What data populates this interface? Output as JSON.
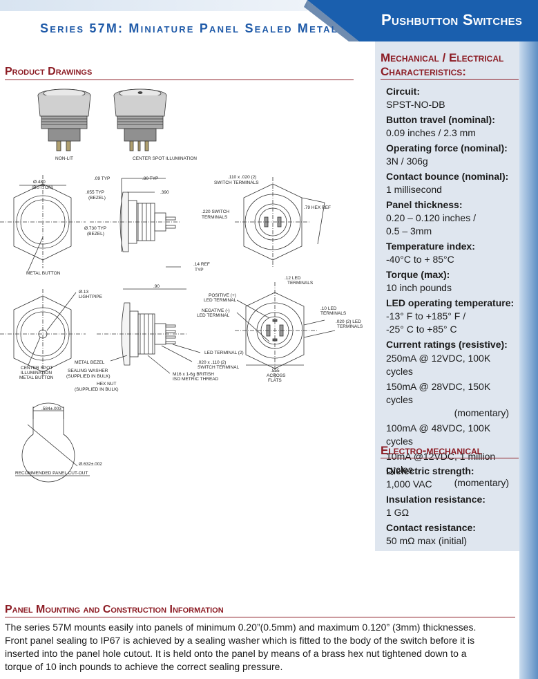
{
  "header": {
    "series_title": "Series 57M: Miniature Panel Sealed Metal",
    "category_title": "Pushbutton Switches"
  },
  "drawings": {
    "heading": "Product Drawings",
    "photo_labels": [
      "NON-LIT",
      "CENTER SPOT ILLUMINATION"
    ],
    "dims": {
      "button_dia": "Ø.480",
      "button_dia_sub": "(BUTTON)",
      "bezel_typ": ".09 TYP",
      "len_typ": ".80 TYP",
      "bezel_055": ".055 TYP",
      "bezel_055_sub": "(BEZEL)",
      "d390": ".390",
      "bezel_dia": "Ø.730 TYP",
      "bezel_dia_sub": "(BEZEL)",
      "ref14": ".14 REF",
      "ref14_sub": "TYP",
      "metal_button": "METAL BUTTON",
      "switch_term_a": ".110 x .020 (2)",
      "switch_term_a2": "SWITCH TERMINALS",
      "switch_term_b": ".220 SWITCH",
      "switch_term_b2": "TERMINALS",
      "hex_ref": ".79 HEX REF",
      "lightpipe": "Ø.13",
      "lightpipe2": "LIGHTPIPE",
      "d90": ".90",
      "led12": ".12 LED",
      "led12b": "TERMINALS",
      "positive": "POSITIVE (+)",
      "positive2": "LED TERMINAL",
      "negative": "NEGATIVE (-)",
      "negative2": "LED TERMINAL",
      "led10": ".10 LED",
      "led10b": "TERMINALS",
      "led020": ".020 (2) LED",
      "led020b": "TERMINALS",
      "center_spot": "CENTER SPOT",
      "center_spot2": "ILLUMINATION",
      "center_spot3": "METAL BUTTON",
      "metal_bezel": "METAL BEZEL",
      "sealing": "SEALING WASHER",
      "sealing2": "(SUPPLIED IN BULK)",
      "hexnut": "HEX NUT",
      "hexnut2": "(SUPPLIED IN BULK)",
      "thread": "M16 x 1-6g BRITISH",
      "thread2": "ISO METRIC THREAD",
      "led_term": "LED TERMINAL (2)",
      "sw_term": ".020 x .110 (2)",
      "sw_term2": "SWITCH TERMINAL",
      "across": ".555",
      "across2": "ACROSS",
      "across3": "FLATS",
      "cut_w": ".584±.003",
      "cut_d": "Ø.632±.002",
      "cutout": "RECOMMENDED PANEL CUT-OUT"
    }
  },
  "specs": {
    "heading": "Mechanical / Electrical Characteristics:",
    "items": [
      {
        "label": "Circuit:",
        "value": "SPST-NO-DB"
      },
      {
        "label": "Button travel (nominal):",
        "value": "0.09 inches / 2.3 mm"
      },
      {
        "label": "Operating force (nominal):",
        "value": "3N / 306g"
      },
      {
        "label": "Contact bounce (nominal):",
        "value": "1 millisecond"
      },
      {
        "label": "Panel thickness:",
        "value": "0.20 – 0.120 inches /",
        "value2": "0.5 – 3mm"
      },
      {
        "label": "Temperature index:",
        "value": "-40°C to + 85°C"
      },
      {
        "label": "Torque (max):",
        "value": "10 inch pounds"
      },
      {
        "label": "LED operating temperature:",
        "value": "-13° F to +185° F /",
        "value2": "-25° C to +85° C"
      }
    ],
    "ratings_label": "Current ratings (resistive):",
    "ratings": [
      "250mA @ 12VDC, 100K cycles",
      "150mA @ 28VDC, 150K cycles",
      "(momentary)",
      "100mA @ 48VDC, 100K cycles",
      "10mA @12VDC, 1 million cycles",
      "(momentary)"
    ],
    "em_heading": "Electro-mechanical",
    "em_items": [
      {
        "label": "Dielectric strength:",
        "value": "1,000 VAC"
      },
      {
        "label": "Insulation resistance:",
        "value": "1 GΩ"
      },
      {
        "label": "Contact resistance:",
        "value": "50 mΩ max (initial)"
      }
    ]
  },
  "mounting": {
    "heading": "Panel Mounting and Construction Information",
    "text": "The series 57M mounts easily into panels of minimum 0.20”(0.5mm) and maximum 0.120” (3mm) thicknesses. Front panel sealing to IP67 is achieved by a sealing washer which is fitted to the body of the switch before it is inserted into the panel hole cutout. It is held onto the panel by means of a brass hex nut tightened down to a torque of 10 inch pounds to achieve the correct sealing pressure."
  },
  "colors": {
    "accent_red": "#8c1c24",
    "accent_blue": "#1f5aa8",
    "banner_blue": "#1a5fae",
    "panel_bg": "#dfe6ef"
  }
}
